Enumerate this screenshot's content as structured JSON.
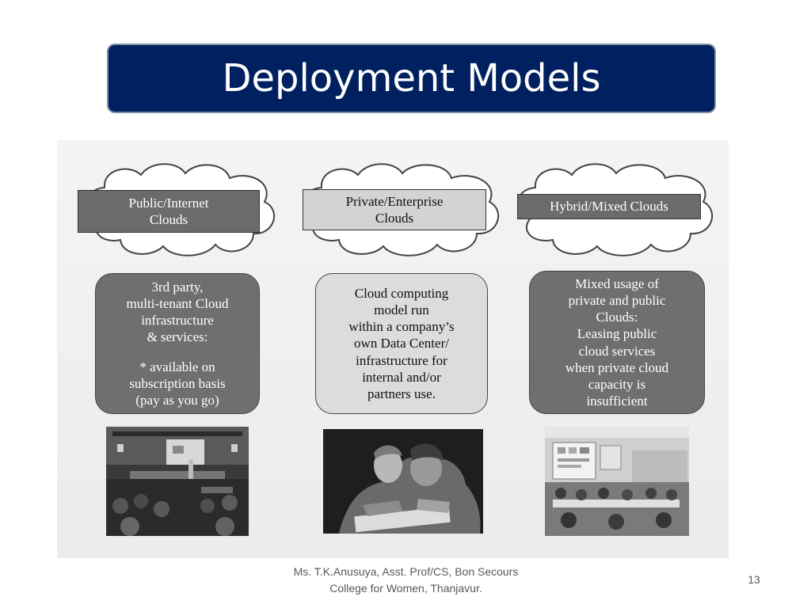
{
  "slide": {
    "title": "Deployment Models",
    "footer_line1": "Ms. T.K.Anusuya, Asst. Prof/CS, Bon Secours",
    "footer_line2": "College for Women, Thanjavur.",
    "page_number": "13"
  },
  "models": [
    {
      "cloud_label_line1": "Public/Internet",
      "cloud_label_line2": "Clouds",
      "description": [
        "3rd party,",
        "multi-tenant Cloud",
        "infrastructure",
        "& services:",
        "",
        "* available on",
        "subscription basis",
        "(pay as you go)"
      ]
    },
    {
      "cloud_label_line1": "Private/Enterprise",
      "cloud_label_line2": "Clouds",
      "description": [
        "Cloud computing",
        "model run",
        "within a company’s",
        "own Data Center/",
        "infrastructure for",
        "internal and/or",
        "partners use."
      ]
    },
    {
      "cloud_label_line1": "Hybrid/Mixed Clouds",
      "cloud_label_line2": "",
      "description": [
        "Mixed usage of",
        "private and public",
        "Clouds:",
        "Leasing public",
        "cloud services",
        "when private cloud",
        "capacity is",
        "insufficient"
      ]
    }
  ],
  "colors": {
    "title_bg": "#002060",
    "dark_box": "#6f6f6f",
    "light_box": "#dcdcdc"
  }
}
